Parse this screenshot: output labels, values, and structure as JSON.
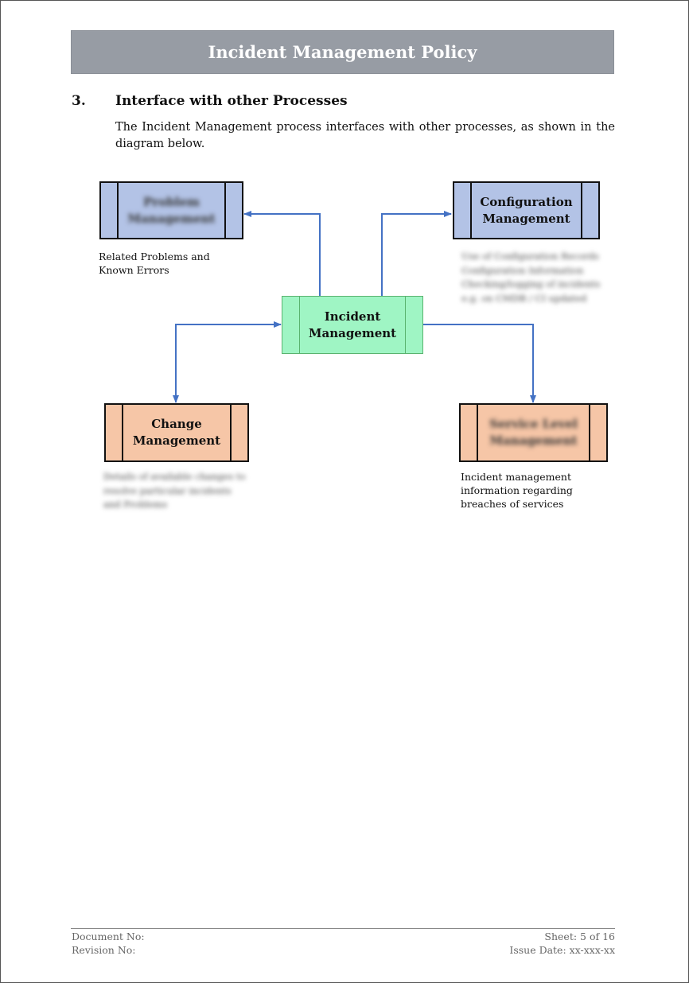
{
  "header": {
    "title": "Incident Management Policy"
  },
  "section": {
    "number": "3.",
    "title": "Interface with other Processes",
    "intro": "The Incident Management process interfaces with other processes, as shown in the diagram below."
  },
  "diagram": {
    "problem_box": {
      "label": "Problem Management"
    },
    "config_box": {
      "label": "Configuration Management"
    },
    "incident_box": {
      "label": "Incident Management"
    },
    "change_box": {
      "label": "Change Management"
    },
    "sla_box": {
      "label": "Service Level Management"
    },
    "problem_note": "Related Problems and Known Errors",
    "config_note": "Use of Configuration Records Configuration Information Checking/logging of incidents e.g. on CMDB / CI updated",
    "change_note": "Details of available changes to resolve particular incidents and Problems",
    "sla_note": "Incident management information regarding breaches of services",
    "colors": {
      "blue_box": "#b3c3e6",
      "green_box": "#9ff5c4",
      "orange_box": "#f6c6a7",
      "connector": "#4472c4"
    }
  },
  "footer": {
    "document_no": "Document No:",
    "revision_no": "Revision No:",
    "sheet": "Sheet: 5 of 16",
    "issue_date": "Issue Date: xx-xxx-xx"
  }
}
